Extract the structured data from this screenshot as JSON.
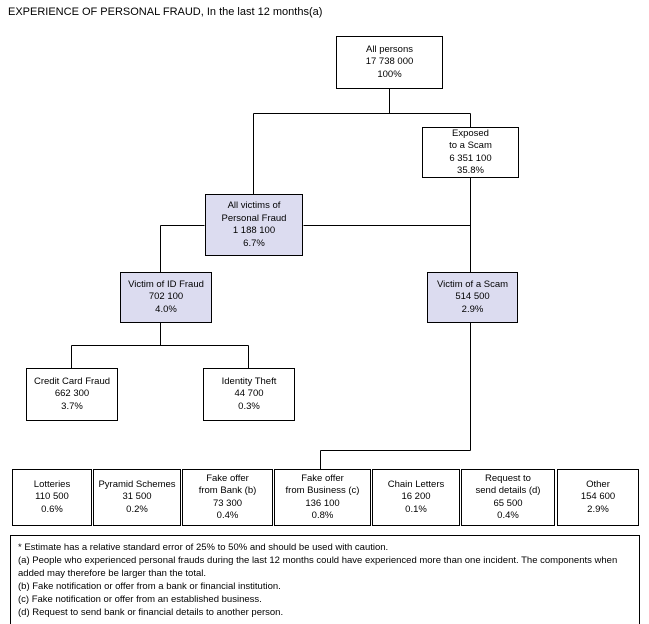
{
  "title": "EXPERIENCE OF PERSONAL FRAUD, In the last 12 months(a)",
  "chart_data": {
    "type": "diagram",
    "title": "EXPERIENCE OF PERSONAL FRAUD, In the last 12 months(a)",
    "nodes": [
      {
        "id": "all_persons",
        "label": "All persons",
        "value": "17 738 000",
        "pct": "100%",
        "filled": false
      },
      {
        "id": "exposed_scam",
        "label": "Exposed\nto a Scam",
        "value": "6 351 100",
        "pct": "35.8%",
        "filled": false
      },
      {
        "id": "all_victims",
        "label": "All victims of\nPersonal Fraud",
        "value": "1 188 100",
        "pct": "6.7%",
        "filled": true
      },
      {
        "id": "victim_id_fraud",
        "label": "Victim of ID Fraud",
        "value": "702 100",
        "pct": "4.0%",
        "filled": true
      },
      {
        "id": "victim_scam",
        "label": "Victim of a Scam",
        "value": "514 500",
        "pct": "2.9%",
        "filled": true
      },
      {
        "id": "credit_card_fraud",
        "label": "Credit Card Fraud",
        "value": "662 300",
        "pct": "3.7%",
        "filled": false
      },
      {
        "id": "identity_theft",
        "label": "Identity Theft",
        "value": "44 700",
        "pct": "0.3%",
        "filled": false
      },
      {
        "id": "lotteries",
        "label": "Lotteries",
        "value": "110 500",
        "pct": "0.6%",
        "filled": false
      },
      {
        "id": "pyramid_schemes",
        "label": "Pyramid Schemes",
        "value": "31 500",
        "pct": "0.2%",
        "filled": false
      },
      {
        "id": "fake_offer_bank",
        "label": "Fake offer\nfrom Bank (b)",
        "value": "73 300",
        "pct": "0.4%",
        "filled": false
      },
      {
        "id": "fake_offer_business",
        "label": "Fake offer\nfrom Business (c)",
        "value": "136 100",
        "pct": "0.8%",
        "filled": false
      },
      {
        "id": "chain_letters",
        "label": "Chain Letters",
        "value": "16 200",
        "pct": "0.1%",
        "filled": false
      },
      {
        "id": "request_details",
        "label": "Request to\nsend details (d)",
        "value": "65 500",
        "pct": "0.4%",
        "filled": false
      },
      {
        "id": "other",
        "label": "Other",
        "value": "154 600",
        "pct": "2.9%",
        "filled": false
      }
    ],
    "edges": [
      {
        "from": "all_persons",
        "to": "all_victims"
      },
      {
        "from": "all_persons",
        "to": "exposed_scam"
      },
      {
        "from": "all_victims",
        "to": "victim_id_fraud"
      },
      {
        "from": "all_victims",
        "to": "victim_scam"
      },
      {
        "from": "exposed_scam",
        "to": "victim_scam"
      },
      {
        "from": "victim_id_fraud",
        "to": "credit_card_fraud"
      },
      {
        "from": "victim_id_fraud",
        "to": "identity_theft"
      },
      {
        "from": "victim_scam",
        "to": "lotteries"
      },
      {
        "from": "victim_scam",
        "to": "pyramid_schemes"
      },
      {
        "from": "victim_scam",
        "to": "fake_offer_bank"
      },
      {
        "from": "victim_scam",
        "to": "fake_offer_business"
      },
      {
        "from": "victim_scam",
        "to": "chain_letters"
      },
      {
        "from": "victim_scam",
        "to": "request_details"
      },
      {
        "from": "victim_scam",
        "to": "other"
      }
    ],
    "colors": {
      "node_fill_highlight": "#dcdcf0",
      "node_fill_plain": "#ffffff",
      "node_border": "#000000",
      "connector": "#000000",
      "text": "#000000",
      "background": "#ffffff"
    }
  },
  "notes": [
    "* Estimate has a relative standard error of 25% to 50% and should be used with caution.",
    "(a) People who experienced personal frauds during the last 12 months could have experienced more than one incident. The components when added may therefore be larger than the total.",
    "(b) Fake notification or offer from a bank or financial institution.",
    "(c) Fake notification or offer from an established business.",
    "(d) Request to send bank or financial details to another person."
  ]
}
